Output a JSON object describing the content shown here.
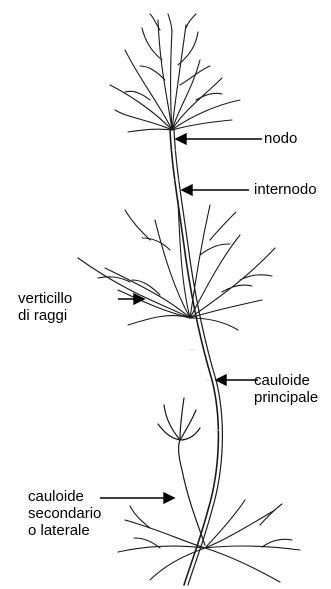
{
  "labels": {
    "nodo": "nodo",
    "internodo": "internodo",
    "verticillo": [
      "verticillo",
      "di raggi"
    ],
    "cauloide_principale": [
      "cauloide",
      "principale"
    ],
    "cauloide_secondario": [
      "cauloide",
      "secondario",
      "o laterale"
    ]
  },
  "colors": {
    "ink": "#1a1a1a",
    "fill": "#f4f4f4",
    "shade": "#cfcfcf",
    "label": "#000000"
  }
}
